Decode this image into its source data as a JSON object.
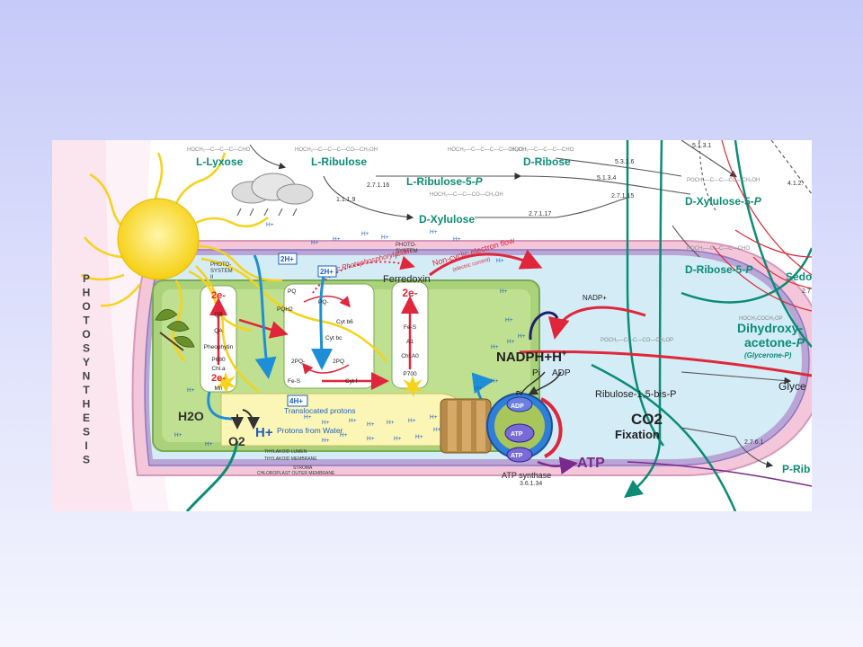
{
  "side_title": "PHOTOSYNTHESIS",
  "sugars": {
    "lyxose": "L-Lyxose",
    "ribulose": "L-Ribulose",
    "ribulose5p": "L-Ribulose-5-",
    "d_ribose": "D-Ribose",
    "d_xylulose": "D-Xylulose",
    "d_xylulose5p": "D-Xylulose-5-",
    "d_ribose5p": "D-Ribose-5-",
    "sedo": "Sedol",
    "p_letter": "P",
    "glyce": "Glyce",
    "p_rib": "P-Rib"
  },
  "dihydroxy": {
    "line1": "Dihydroxy-",
    "line2": "acetone-",
    "p": "P",
    "sub": "(Glycerone-P)"
  },
  "enzymes": {
    "e1": "2.7.1.16",
    "e2": "5.1.3.4",
    "e3": "1.1.1.9",
    "e4": "2.7.1.17",
    "e5": "2.7.1.15",
    "e6": "5.1.3.1",
    "e7": "5.3.1.6",
    "e8": "4.1.2.",
    "e9": "2.7",
    "e10": "2.7.6.1",
    "e11": "3.6.1.34"
  },
  "membrane": {
    "ps2": "PHOTO-\nSYSTEM\nII",
    "ps1": "PHOTO-\nSYSTEM\nI",
    "cyclic": "Cyclic Photophosphorylation",
    "noncyclic": "Non-cyclic electron flow",
    "electric": "(electric current)",
    "ferredoxin": "Ferredoxin",
    "stroma": "STROMA",
    "outer_membrane": "CHLOROPLAST OUTER MEMBRANE",
    "thylakoid_membrane": "THYLAKOID MEMBRANE",
    "thylakoid_lumen": "THYLAKOID LUMEN"
  },
  "ps2_col": [
    "2e-",
    "QB",
    "QA",
    "Pheophytin",
    "P680",
    "Chl.a",
    "2e-",
    "Mn"
  ],
  "ps1_col": [
    "2e-",
    "Fe-S",
    "A1",
    "Chl.A0",
    "P700"
  ],
  "cytb6f": [
    "PQ",
    "PQH2",
    "PQ-",
    "Cyt b6",
    "Cyt bc",
    "2PQ-",
    "2PQ",
    "Fe-S",
    "Cyt f"
  ],
  "protons": {
    "h": "H+",
    "two_h": "2H+",
    "four_h": "4H+",
    "translocated": "Translocated protons",
    "from_water": "Protons from Water",
    "h2o": "H2O",
    "o2": "O2",
    "hplus_big": "H+"
  },
  "products": {
    "nadph": "NADPH+H",
    "nadp": "NADP+",
    "pi": "Pi",
    "adp": "ADP",
    "atp": "ATP",
    "atp_synthase": "ATP synthase",
    "ribulose_bisp": "Ribulose-1,5-bis-P",
    "co2": "CO2",
    "fixation": "Fixation"
  },
  "colors": {
    "teal": "#0b8c74",
    "red": "#e0263a",
    "blue": "#1e8fd6",
    "sun": "#f6d21a",
    "thylakoid": "#a9d27a",
    "lumen": "#fbf6b6",
    "stroma": "#d3ecf6",
    "envelope": "#f2c6da"
  }
}
